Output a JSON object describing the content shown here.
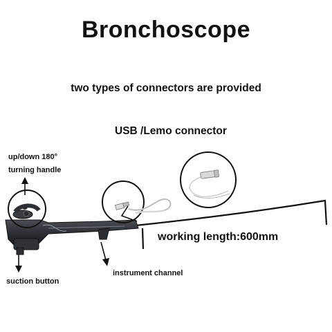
{
  "title": "Bronchoscope",
  "subtitle": "two types of connectors are provided",
  "connector_label": "USB /Lemo connector",
  "callouts": {
    "handle_line1": "up/down 180°",
    "handle_line2": "turning handle",
    "suction": "suction  button",
    "channel": "instrument channel"
  },
  "working_length": "working length:600mm",
  "colors": {
    "device_body": "#2b2e33",
    "cable": "#111111",
    "usb_cable": "#e9e9e9"
  },
  "icons": [
    "usb-plug-icon",
    "lemo-plug-icon"
  ]
}
